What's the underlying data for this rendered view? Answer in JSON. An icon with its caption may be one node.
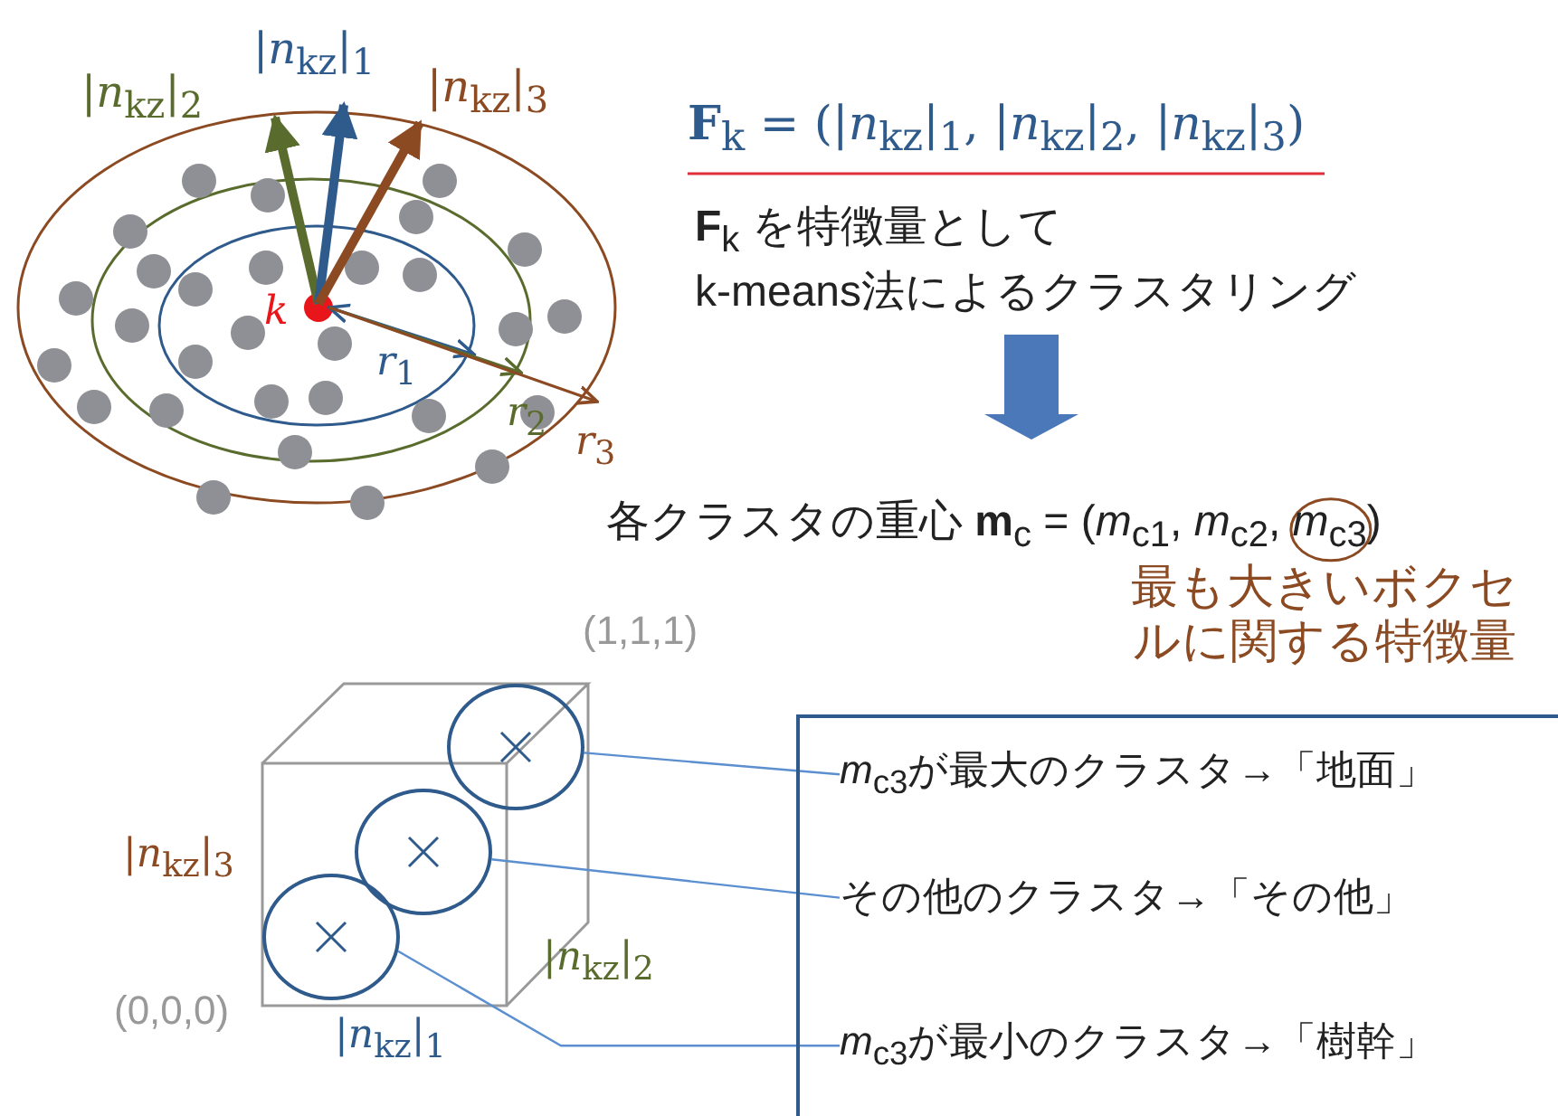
{
  "diagram": {
    "nodes": [
      {
        "text": [
          "**F**$_{k}$ を特徴量として k-means法によるクラスタリング"
        ]
      },
      {
        "text": [
          "各クラスタの重心 **m**$_{c}$ = (*m*$_{c1}$, *m*$_{c2}$, *m*$_{c3}$)"
        ]
      },
      {
        "text": [],
        "shape": "circle"
      },
      {
        "text": [],
        "shape": "circle"
      },
      {
        "text": [],
        "shape": "circle"
      },
      {
        "text": [],
        "shape": "box"
      },
      {
        "text": [
          "*m*$_{c3}$が最大のクラスタ→「地面」"
        ],
        "in": 5
      },
      {
        "text": [
          "その他のクラスタ→「その他」"
        ],
        "in": 5
      },
      {
        "text": [
          "*m*$_{c3}$が最小のクラスタ→「樹幹」"
        ],
        "in": 5
      }
    ],
    "edges": [
      {
        "from": 0,
        "to": 1,
        "arrow": "to",
        "style": "thick"
      },
      {
        "from": 6,
        "to": 2,
        "arrow": "none"
      },
      {
        "from": 7,
        "to": 3,
        "arrow": "none"
      },
      {
        "from": 8,
        "to": 4,
        "arrow": "none"
      }
    ],
    "labels": [
      "|*n*$_{kz}$|$_{1}$",
      "|*n*$_{kz}$|$_{2}$",
      "|*n*$_{kz}$|$_{3}$",
      "*k*",
      "*r*$_{1}$",
      "*r*$_{2}$",
      "*r*$_{3}$",
      "**F**$_{k}$ = (|*n*$_{kz}$|$_{1}$, |*n*$_{kz}$|$_{2}$, |*n*$_{kz}$|$_{3}$)",
      "最も大きいボクセルに関する特徴量",
      "(1,1,1)",
      "|*n*$_{kz}$|$_{3}$",
      "|*n*$_{kz}$|$_{2}$",
      "(0,0,0)",
      "|*n*$_{kz}$|$_{1}$"
    ]
  }
}
